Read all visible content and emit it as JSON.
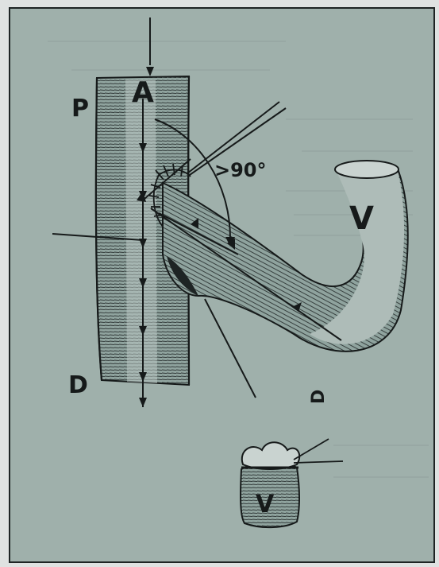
{
  "figure": {
    "background_color": "#9fb0ab",
    "ink_color": "#161a1a",
    "labels": {
      "artery": "A",
      "proximal": "P",
      "distal_left": "D",
      "distal_right": "D",
      "angle": ">90°",
      "vein_main": "V",
      "vein_small": "V"
    }
  }
}
